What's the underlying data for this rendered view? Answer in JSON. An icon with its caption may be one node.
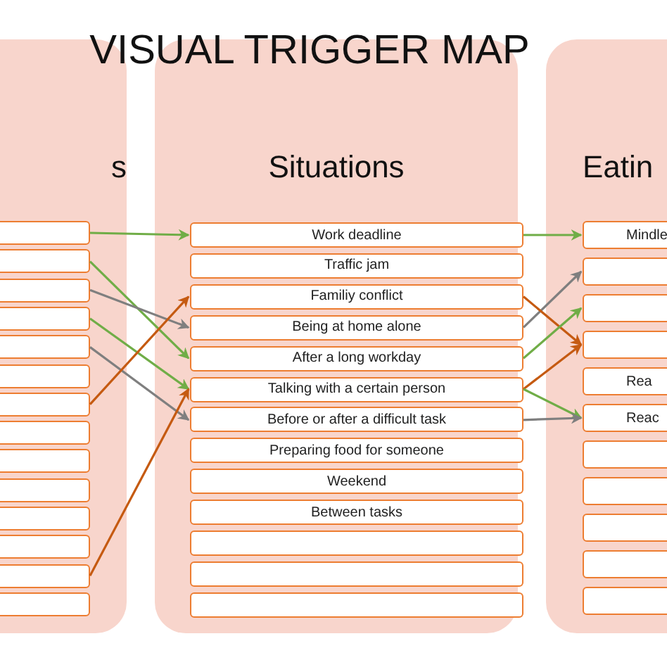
{
  "diagram": {
    "title": "VISUAL TRIGGER MAP",
    "nodes": [
      {
        "text": [
          "s"
        ]
      },
      {
        "text": [],
        "shape": "box",
        "in": 0
      },
      {
        "text": [],
        "shape": "box",
        "in": 0
      },
      {
        "text": [],
        "shape": "box",
        "in": 0
      },
      {
        "text": [],
        "shape": "box",
        "in": 0
      },
      {
        "text": [],
        "shape": "box",
        "in": 0
      },
      {
        "text": [],
        "shape": "box",
        "in": 0
      },
      {
        "text": [],
        "shape": "box",
        "in": 0
      },
      {
        "text": [],
        "shape": "box",
        "in": 0
      },
      {
        "text": [],
        "shape": "box",
        "in": 0
      },
      {
        "text": [],
        "shape": "box",
        "in": 0
      },
      {
        "text": [],
        "shape": "box",
        "in": 0
      },
      {
        "text": [],
        "shape": "box",
        "in": 0
      },
      {
        "text": [],
        "shape": "box",
        "in": 0
      },
      {
        "text": [],
        "shape": "box",
        "in": 0
      },
      {
        "text": [
          "Situations"
        ]
      },
      {
        "text": [
          "Work deadline"
        ],
        "in": 15
      },
      {
        "text": [
          "Traffic jam"
        ],
        "in": 15
      },
      {
        "text": [
          "Familiy conflict"
        ],
        "in": 15
      },
      {
        "text": [
          "Being at home alone"
        ],
        "in": 15
      },
      {
        "text": [
          "After a long workday"
        ],
        "in": 15
      },
      {
        "text": [
          "Talking with a certain person"
        ],
        "in": 15
      },
      {
        "text": [
          "Before or after a difficult task"
        ],
        "in": 15
      },
      {
        "text": [
          "Preparing food for someone"
        ],
        "in": 15
      },
      {
        "text": [
          "Weekend"
        ],
        "in": 15
      },
      {
        "text": [
          "Between tasks"
        ],
        "in": 15
      },
      {
        "text": [],
        "shape": "box",
        "in": 15
      },
      {
        "text": [],
        "shape": "box",
        "in": 15
      },
      {
        "text": [],
        "shape": "box",
        "in": 15
      },
      {
        "text": [
          "Eatin"
        ]
      },
      {
        "text": [
          "Mindle"
        ],
        "in": 29
      },
      {
        "text": [],
        "shape": "box",
        "in": 29
      },
      {
        "text": [],
        "shape": "box",
        "in": 29
      },
      {
        "text": [],
        "shape": "box",
        "in": 29
      },
      {
        "text": [
          "Rea"
        ],
        "in": 29
      },
      {
        "text": [
          "Reac"
        ],
        "in": 29
      },
      {
        "text": [],
        "shape": "box",
        "in": 29
      },
      {
        "text": [],
        "shape": "box",
        "in": 29
      },
      {
        "text": [],
        "shape": "box",
        "in": 29
      },
      {
        "text": [],
        "shape": "box",
        "in": 29
      },
      {
        "text": [],
        "shape": "box",
        "in": 29
      }
    ],
    "edges": [
      {
        "from": 1,
        "to": 16,
        "arrow": "to"
      },
      {
        "from": 2,
        "to": 20,
        "arrow": "to"
      },
      {
        "from": 3,
        "to": 19,
        "arrow": "to",
        "color": "#7f7f7f"
      },
      {
        "from": 4,
        "to": 21,
        "arrow": "to"
      },
      {
        "from": 5,
        "to": 22,
        "arrow": "to",
        "color": "#7f7f7f"
      },
      {
        "from": 7,
        "to": 18,
        "arrow": "to",
        "color": "#c55a11"
      },
      {
        "from": 13,
        "to": 21,
        "arrow": "to",
        "color": "#c55a11"
      },
      {
        "from": 16,
        "to": 30,
        "arrow": "to"
      },
      {
        "from": 19,
        "to": 31,
        "arrow": "to",
        "color": "#7f7f7f"
      },
      {
        "from": 18,
        "to": 33,
        "arrow": "to",
        "color": "#c55a11"
      },
      {
        "from": 20,
        "to": 32,
        "arrow": "to"
      },
      {
        "from": 21,
        "to": 33,
        "arrow": "to",
        "color": "#c55a11"
      },
      {
        "from": 21,
        "to": 35,
        "arrow": "to"
      },
      {
        "from": 22,
        "to": 35,
        "arrow": "to",
        "color": "#7f7f7f"
      }
    ]
  }
}
